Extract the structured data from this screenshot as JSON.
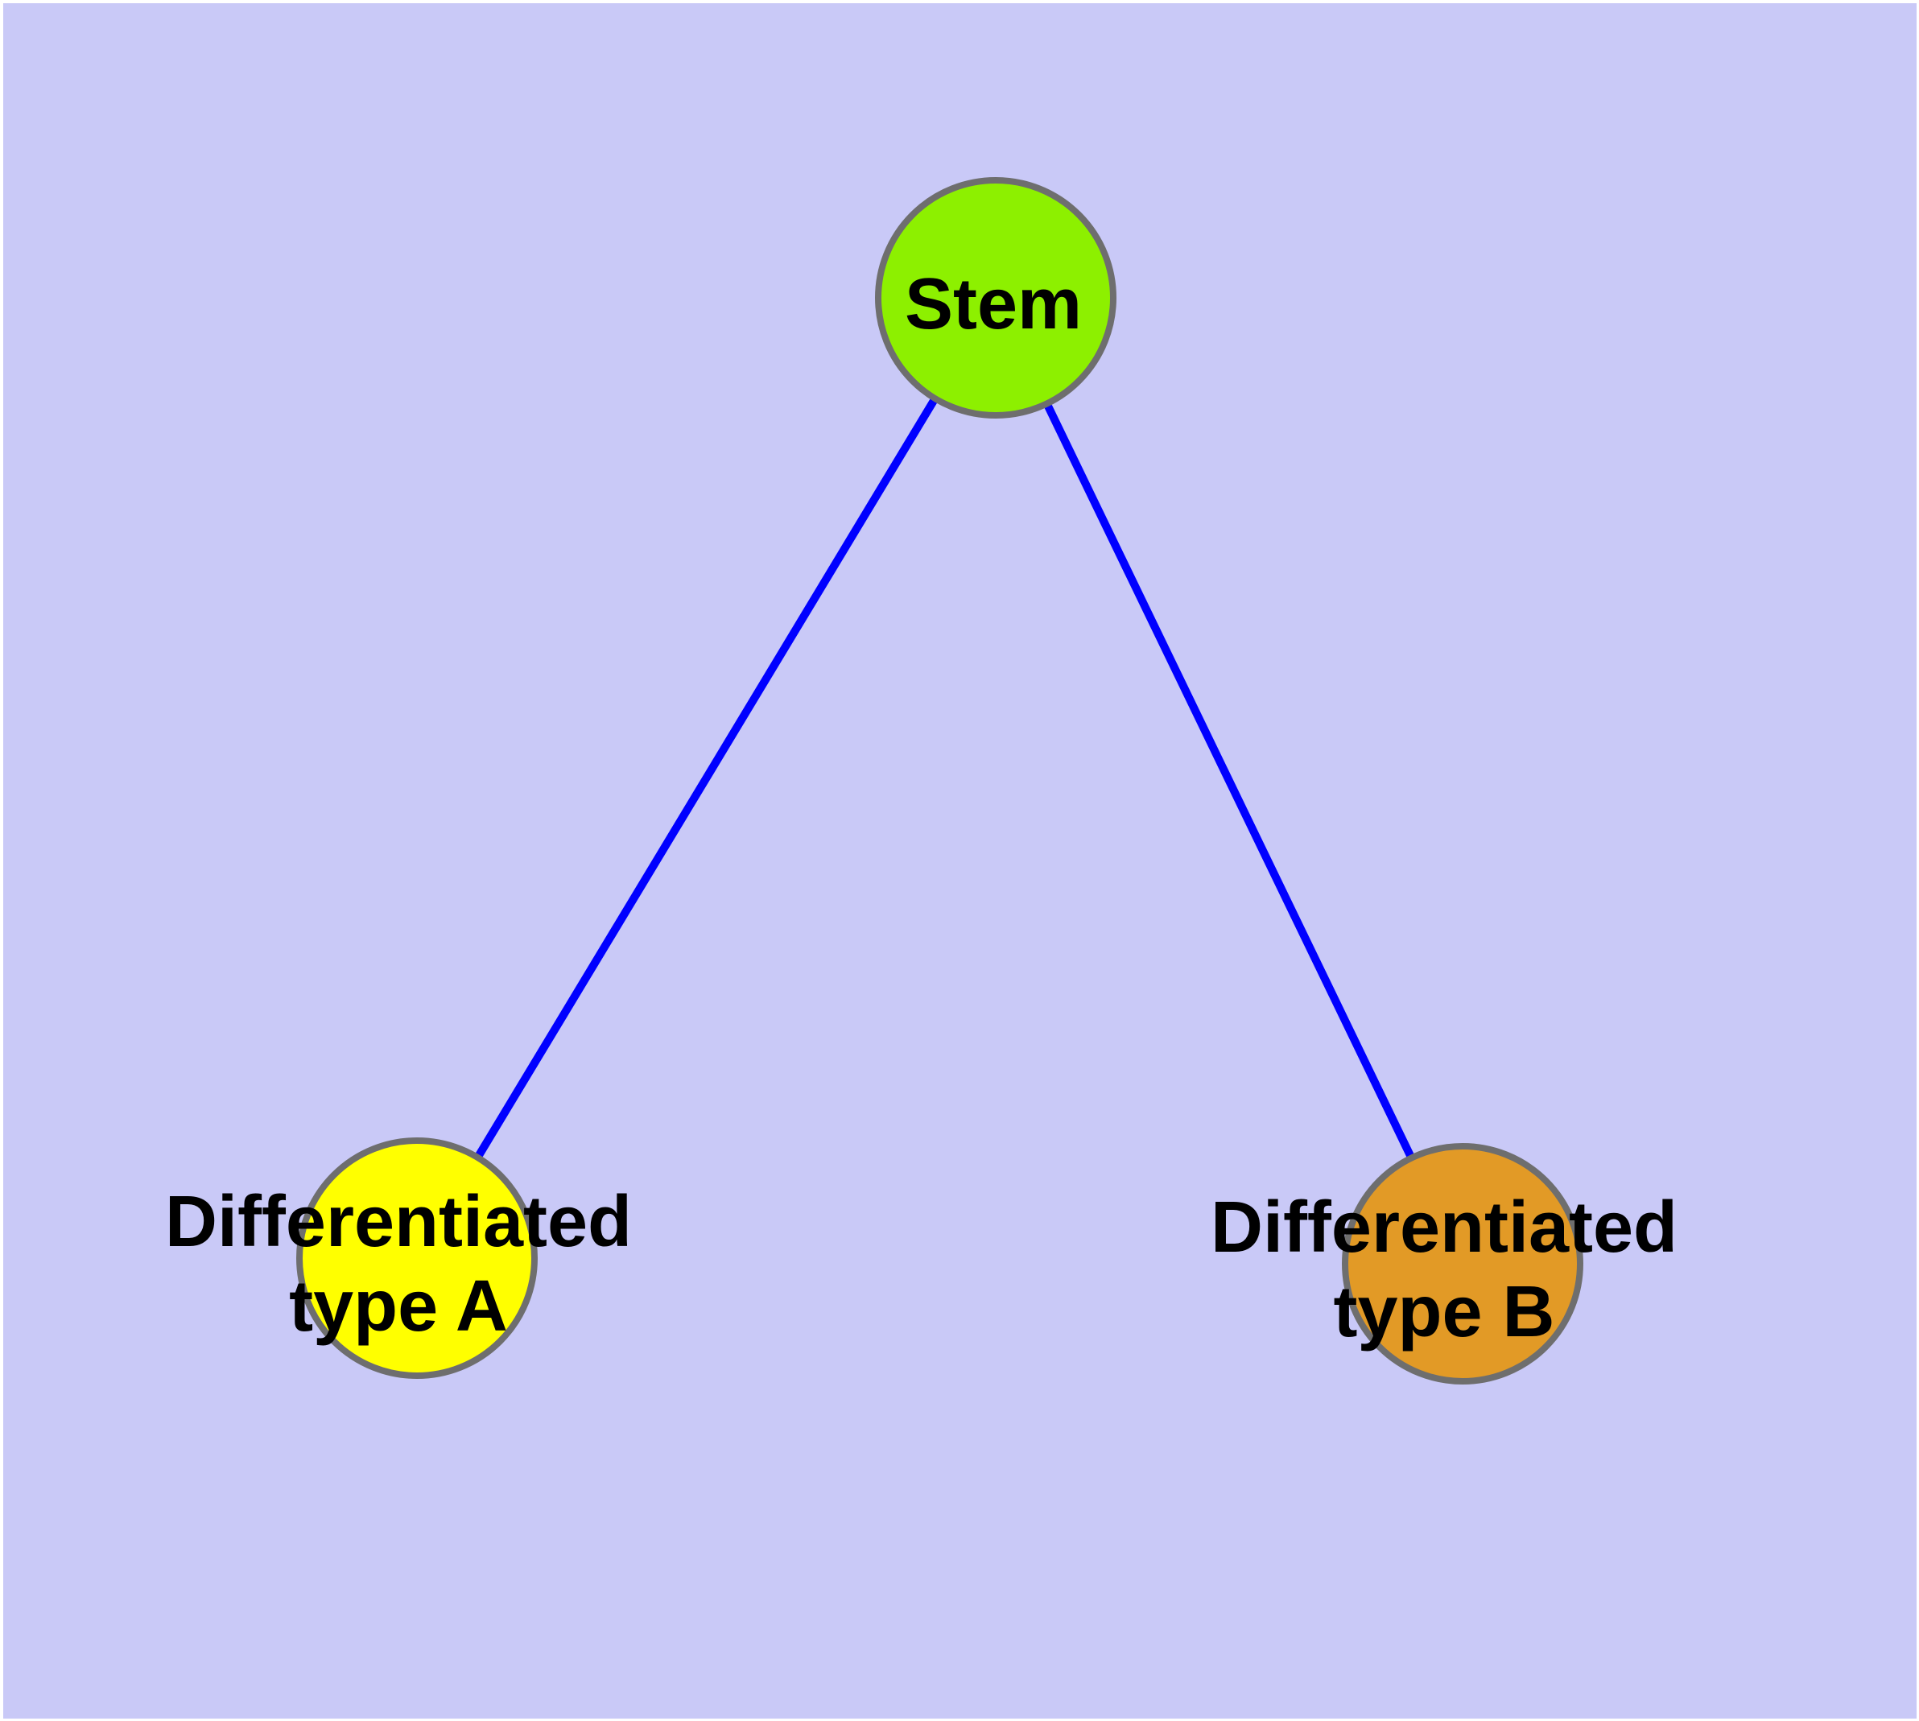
{
  "diagram": {
    "description_colors": {
      "background_color": "#c9c9f7",
      "page_margin_color": "#ffffff",
      "edge_color": "#0000ff",
      "node_border_color": "#6e6e6e",
      "label_color": "#000000"
    },
    "nodes": [
      {
        "id": "stem",
        "label": "Stem",
        "fill": "#8df000"
      },
      {
        "id": "differentiated-type-a",
        "label_line1": "Differentiated",
        "label_line2": "type A",
        "fill": "#ffff00"
      },
      {
        "id": "differentiated-type-b",
        "label_line1": "Differentiated",
        "label_line2": "type B",
        "fill": "#e29a26"
      }
    ],
    "edges": [
      {
        "from": "stem",
        "to": "differentiated-type-a"
      },
      {
        "from": "stem",
        "to": "differentiated-type-b"
      }
    ]
  }
}
